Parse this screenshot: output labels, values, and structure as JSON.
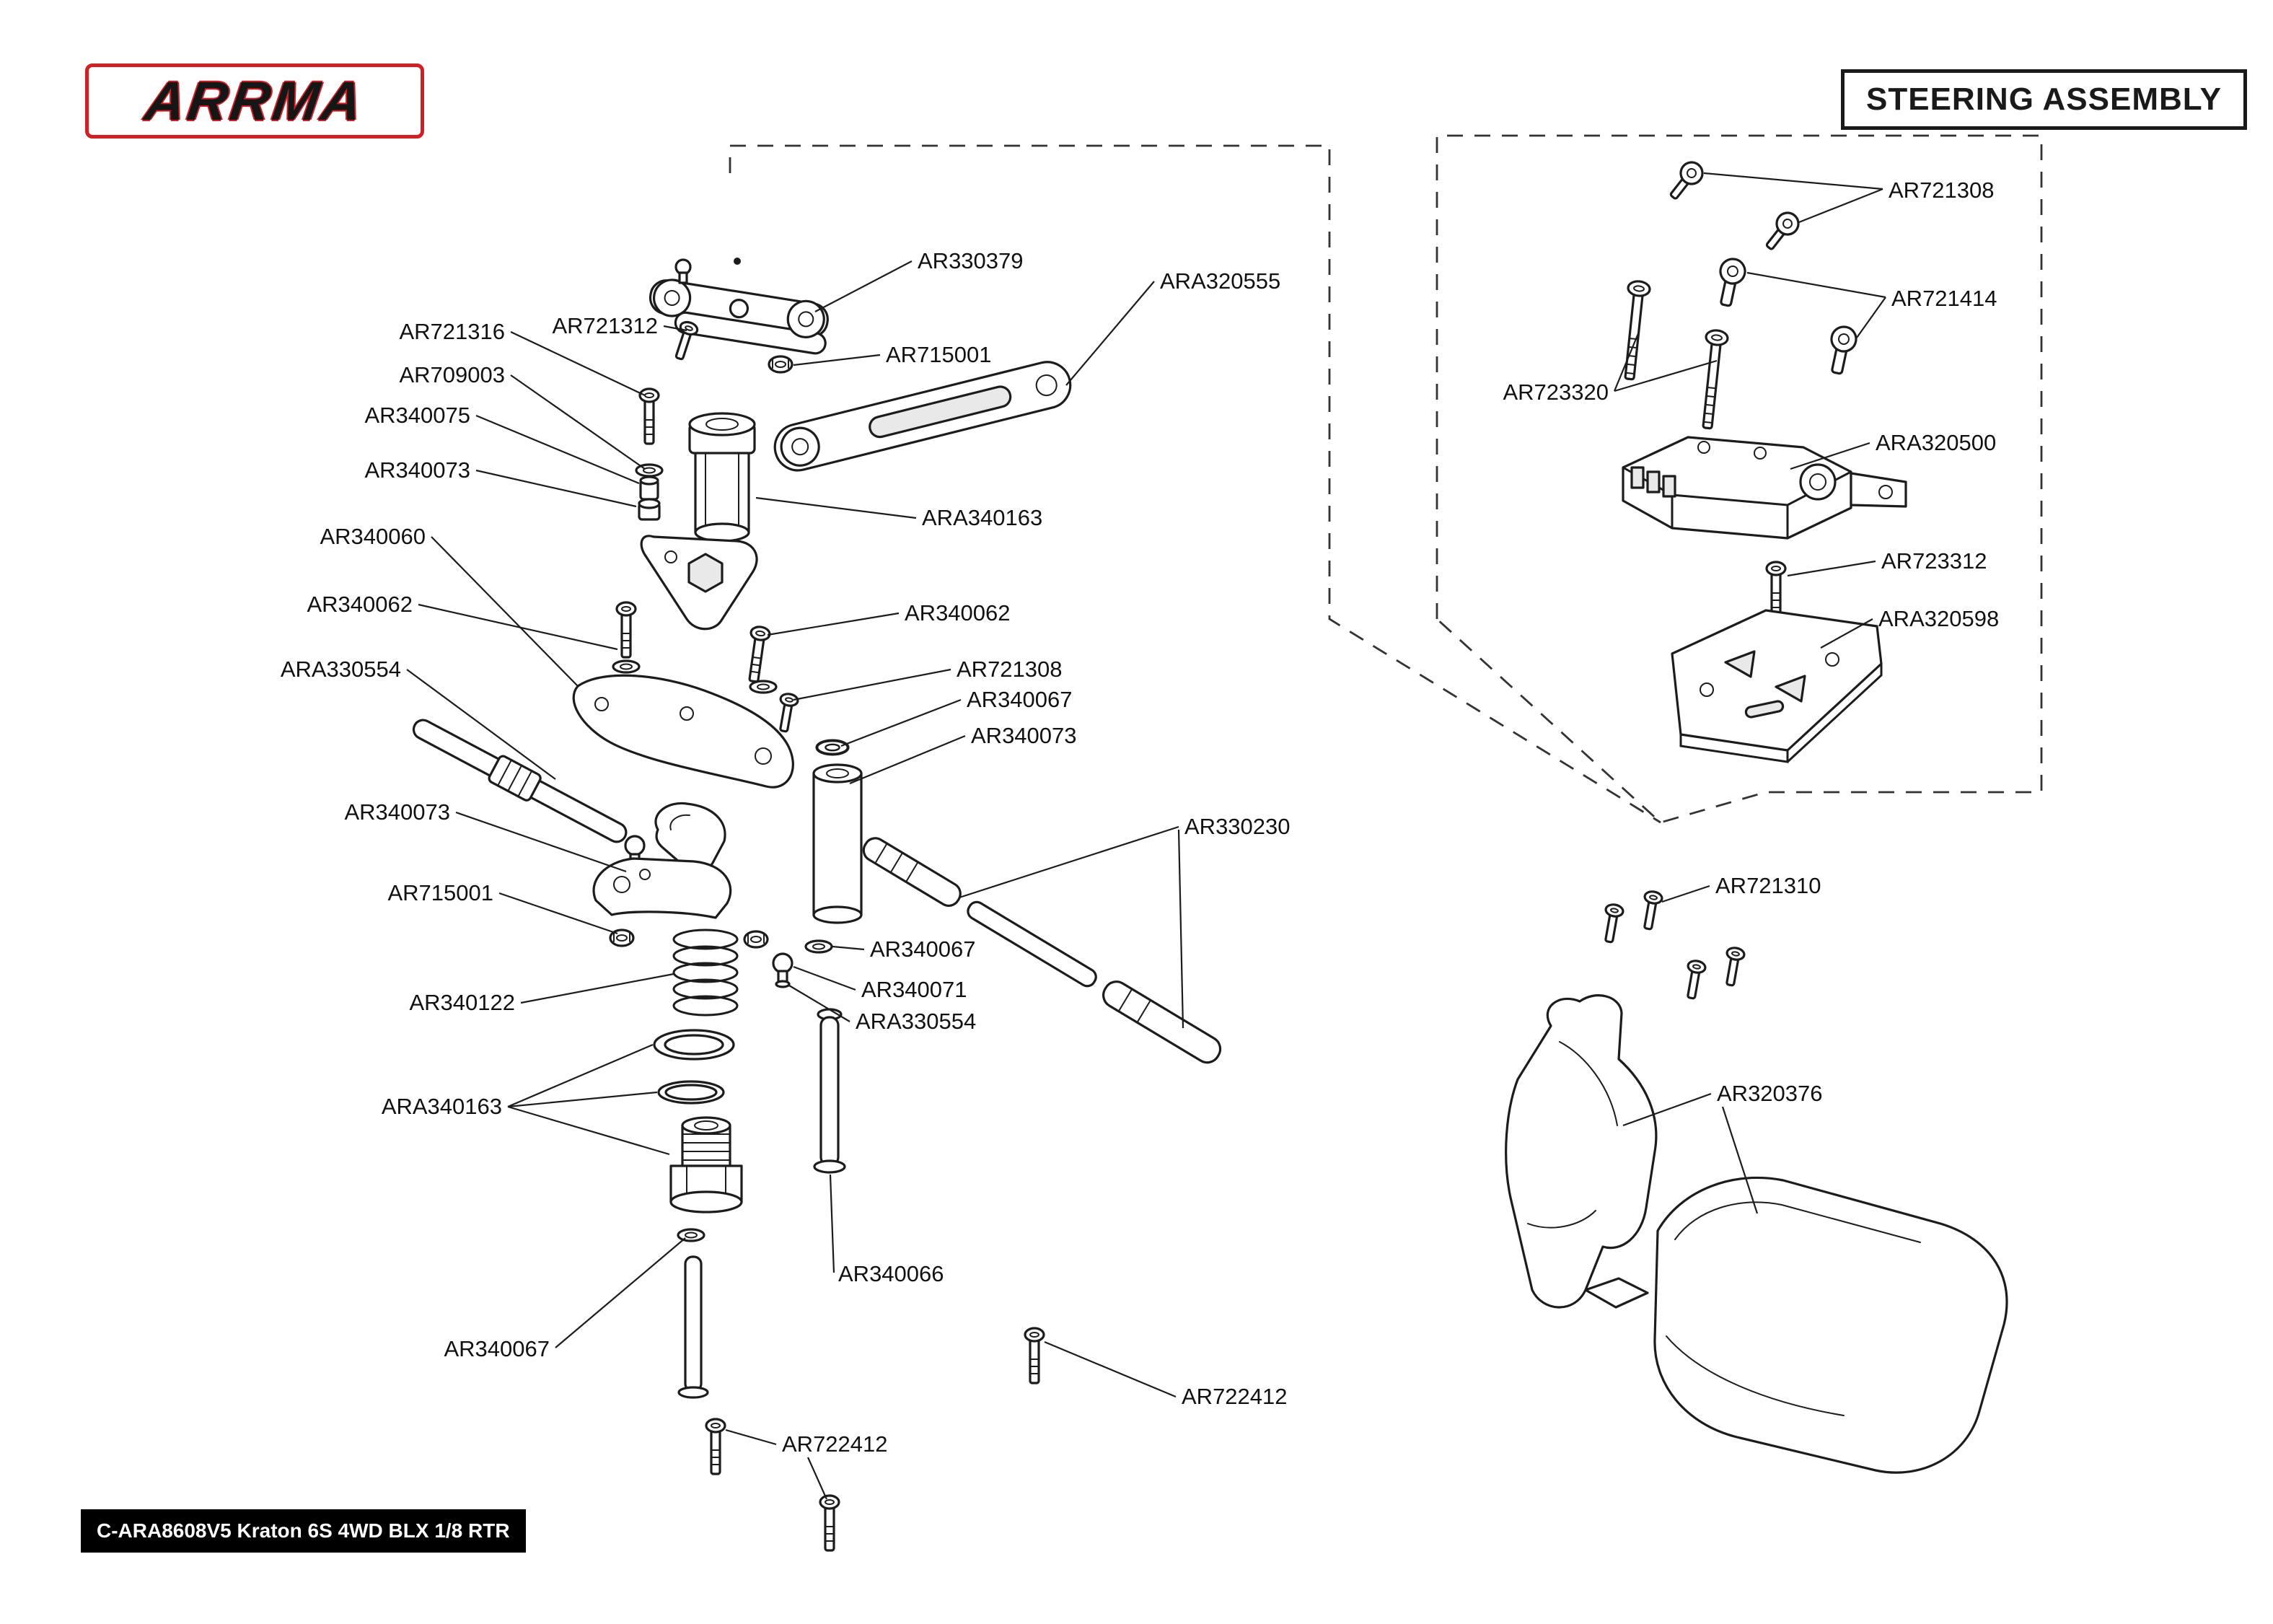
{
  "header": {
    "brand": "ARRMA",
    "title": "STEERING ASSEMBLY"
  },
  "footer": {
    "model_code": "C-ARA8608V5 Kraton 6S 4WD BLX 1/8 RTR"
  },
  "diagram": {
    "labels": [
      {
        "part": "AR330379"
      },
      {
        "part": "ARA320555"
      },
      {
        "part": "AR721316"
      },
      {
        "part": "AR721312"
      },
      {
        "part": "AR715001"
      },
      {
        "part": "AR709003"
      },
      {
        "part": "AR340075"
      },
      {
        "part": "AR340073"
      },
      {
        "part": "ARA340163"
      },
      {
        "part": "AR340060"
      },
      {
        "part": "AR340062"
      },
      {
        "part": "AR340062"
      },
      {
        "part": "ARA330554"
      },
      {
        "part": "AR721308"
      },
      {
        "part": "AR340067"
      },
      {
        "part": "AR340073"
      },
      {
        "part": "AR340073"
      },
      {
        "part": "AR330230"
      },
      {
        "part": "AR715001"
      },
      {
        "part": "AR340067"
      },
      {
        "part": "AR340122"
      },
      {
        "part": "AR340071"
      },
      {
        "part": "ARA330554"
      },
      {
        "part": "ARA340163"
      },
      {
        "part": "AR340066"
      },
      {
        "part": "AR340067"
      },
      {
        "part": "AR722412"
      },
      {
        "part": "AR722412"
      },
      {
        "part": "AR721308"
      },
      {
        "part": "AR721414"
      },
      {
        "part": "AR723320"
      },
      {
        "part": "ARA320500"
      },
      {
        "part": "AR723312"
      },
      {
        "part": "ARA320598"
      },
      {
        "part": "AR721310"
      },
      {
        "part": "AR320376"
      }
    ]
  }
}
